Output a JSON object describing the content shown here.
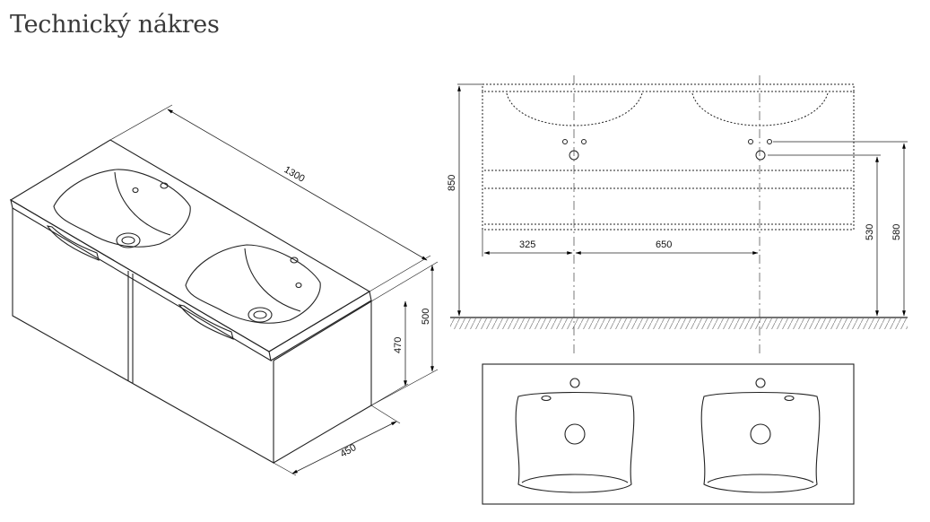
{
  "page": {
    "title": "Technický nákres"
  },
  "drawing": {
    "perspective_view": {
      "width_label": "1300",
      "depth_label": "450",
      "height_total_label": "500",
      "height_cabinet_label": "470"
    },
    "front_view": {
      "height_total_label": "850",
      "offset_label": "325",
      "sink_spacing_label": "650",
      "drain_height_label": "530",
      "faucet_height_label": "580"
    }
  }
}
